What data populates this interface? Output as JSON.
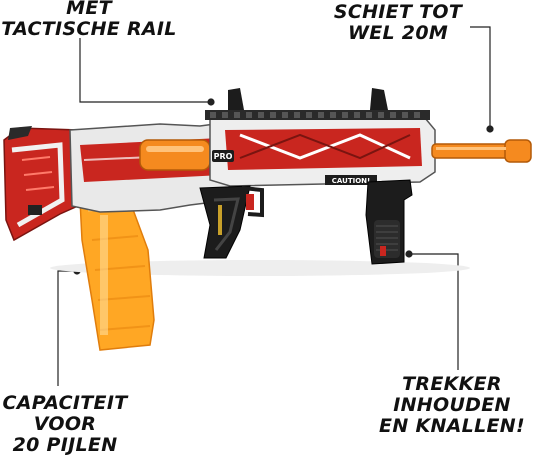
{
  "callouts": {
    "rail": {
      "lines": [
        "MET",
        "TACTISCHE RAIL"
      ]
    },
    "range": {
      "lines": [
        "SCHIET TOT",
        "WEL 20M"
      ]
    },
    "capacity": {
      "lines": [
        "CAPACITEIT",
        "VOOR",
        "20 PIJLEN"
      ]
    },
    "trigger": {
      "lines": [
        "TREKKER",
        "INHOUDEN",
        "EN KNALLEN!"
      ]
    }
  },
  "blaster_markings": {
    "caution": "CAUTION!",
    "pro": "PRO"
  },
  "colors": {
    "body_red": "#c9261f",
    "body_white": "#e9e9e9",
    "accent_orange": "#f58a1f",
    "magazine_orange": "#ffa724",
    "grip_black": "#1c1c1c",
    "callout_text": "#111111"
  }
}
